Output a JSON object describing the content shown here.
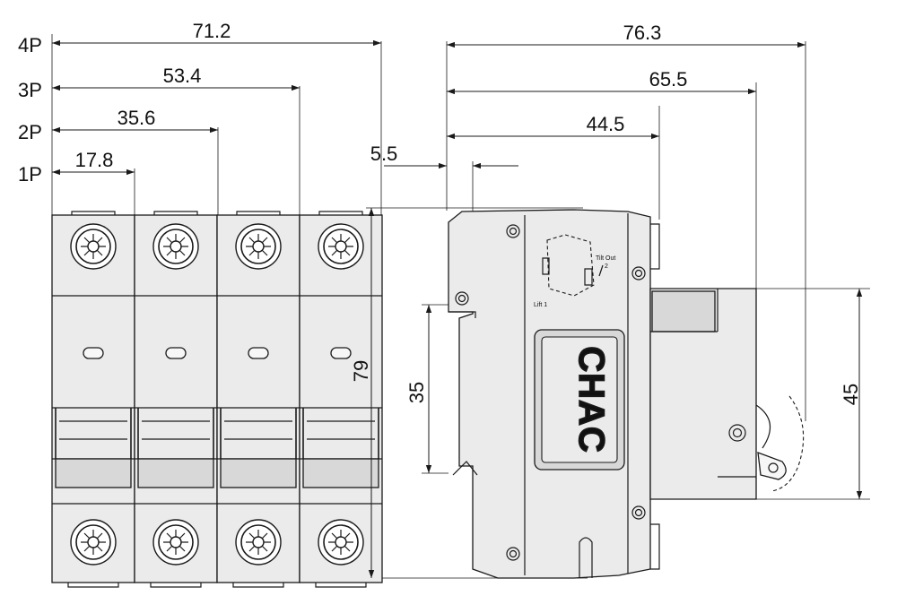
{
  "pole_labels": [
    "4P",
    "3P",
    "2P",
    "1P"
  ],
  "front_dims": [
    "71.2",
    "53.4",
    "35.6",
    "17.8"
  ],
  "height_dim": "79",
  "side_dims": {
    "overall_depth": "76.3",
    "depth_65": "65.5",
    "depth_44": "44.5",
    "offset": "5.5",
    "rail_width": "35",
    "face_height": "45"
  },
  "brand_text": "CHAC",
  "labels": {
    "tilt_out": "Tilt Out",
    "tilt_num": "2",
    "lift": "Lift 1"
  }
}
